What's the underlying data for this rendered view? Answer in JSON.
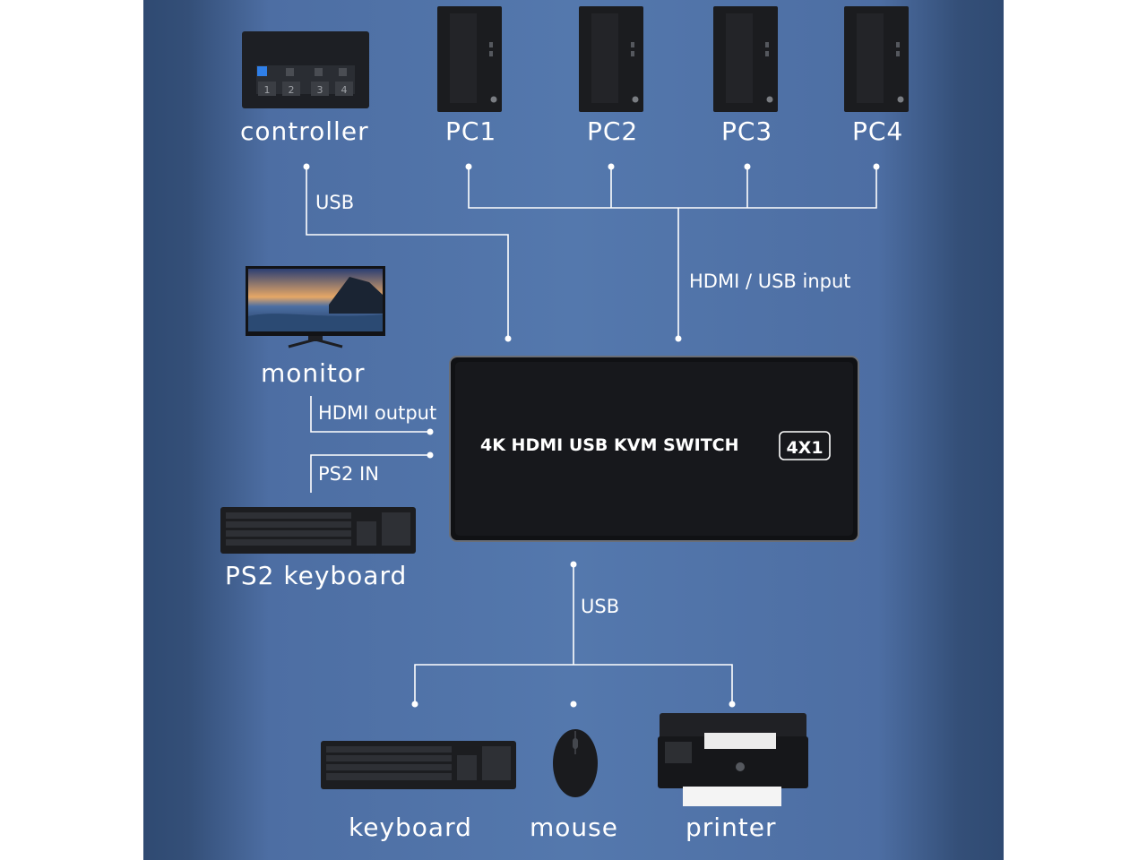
{
  "devices": {
    "controller": "controller",
    "pc1": "PC1",
    "pc2": "PC2",
    "pc3": "PC3",
    "pc4": "PC4",
    "monitor": "monitor",
    "ps2_keyboard": "PS2 keyboard",
    "keyboard": "keyboard",
    "mouse": "mouse",
    "printer": "printer"
  },
  "controller_buttons": [
    "1",
    "2",
    "3",
    "4"
  ],
  "switch": {
    "title": "4K HDMI USB KVM SWITCH",
    "badge": "4X1"
  },
  "connections": {
    "controller_usb": "USB",
    "hdmi_usb_input": "HDMI / USB input",
    "hdmi_output": "HDMI output",
    "ps2_in": "PS2 IN",
    "usb_bottom": "USB"
  },
  "colors": {
    "background": "#5478ad",
    "line": "#ffffff",
    "device": "#1a1a1c",
    "controller_led": "#2f7fe8"
  }
}
